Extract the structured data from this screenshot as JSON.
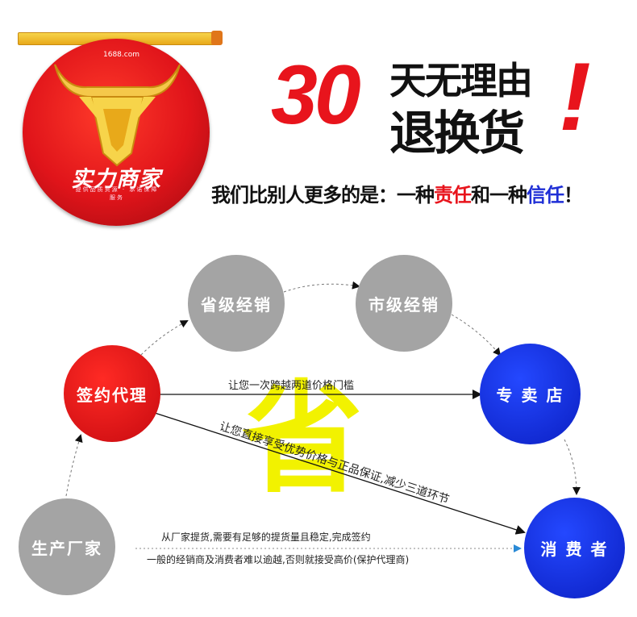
{
  "badge": {
    "site": "1688.com",
    "title": "实力商家",
    "subtitle": "提供品质货源 · 承诺保障服务"
  },
  "header": {
    "number": "30",
    "line1": "天无理由",
    "line2": "退换货",
    "exclaim": "!",
    "tagline_prefix": "我们比别人更多的是：一种",
    "tagline_red": "责任",
    "tagline_mid": "和一种",
    "tagline_blue": "信任",
    "tagline_end": "！"
  },
  "flow": {
    "nodes": {
      "factory": "生产厂家",
      "agent": "签约代理",
      "province": "省级经销",
      "city": "市级经销",
      "store": "专 卖 店",
      "consumer": "消 费 者"
    },
    "big_char": "省",
    "text_skip": "让您一次跨越两道价格门槛",
    "text_diag": "让您直接享受优势价格与正品保证,减少三道环节",
    "text_bottom1": "从厂家提货,需要有足够的提货量且稳定,完成签约",
    "text_bottom2": "一般的经销商及消费者难以逾越,否则就接受高价(保护代理商)"
  },
  "colors": {
    "red": "#e8141c",
    "blue": "#0b1fc2",
    "grey": "#a4a4a4",
    "yellow": "#f2f200"
  }
}
